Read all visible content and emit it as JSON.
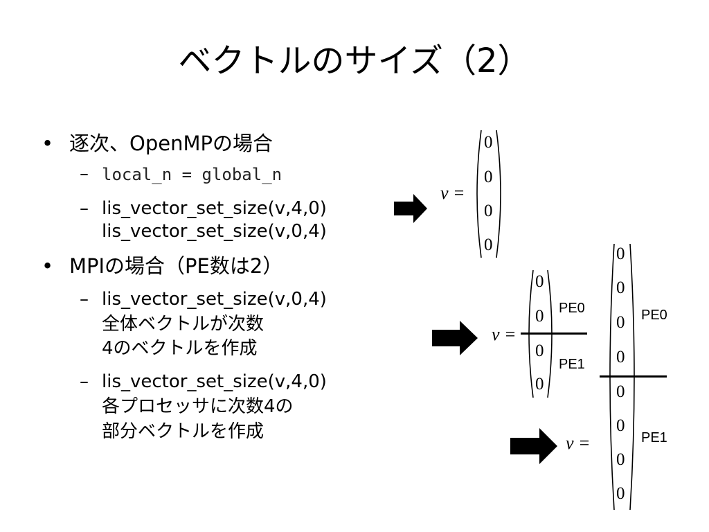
{
  "slide": {
    "title": "ベクトルのサイズ（2）",
    "bullets": [
      {
        "marker": "•",
        "text": "逐次、OpenMPの場合",
        "sub": [
          {
            "marker": "–",
            "text": "local_n = global_n"
          },
          {
            "marker": "–",
            "lines": [
              "lis_vector_set_size(v,4,0)",
              "lis_vector_set_size(v,0,4)"
            ]
          }
        ]
      },
      {
        "marker": "•",
        "text": "MPIの場合（PE数は2）",
        "sub": [
          {
            "marker": "–",
            "lines": [
              "lis_vector_set_size(v,0,4)",
              "全体ベクトルが次数",
              "4のベクトルを作成"
            ]
          },
          {
            "marker": "–",
            "lines": [
              "lis_vector_set_size(v,4,0)",
              "各プロセッサに次数4の",
              "部分ベクトルを作成"
            ]
          }
        ]
      }
    ]
  },
  "math": {
    "var_label": "v =",
    "zero": "0",
    "pe0": "PE0",
    "pe1": "PE1"
  },
  "icons": {
    "arrow": "right-arrow-icon"
  }
}
